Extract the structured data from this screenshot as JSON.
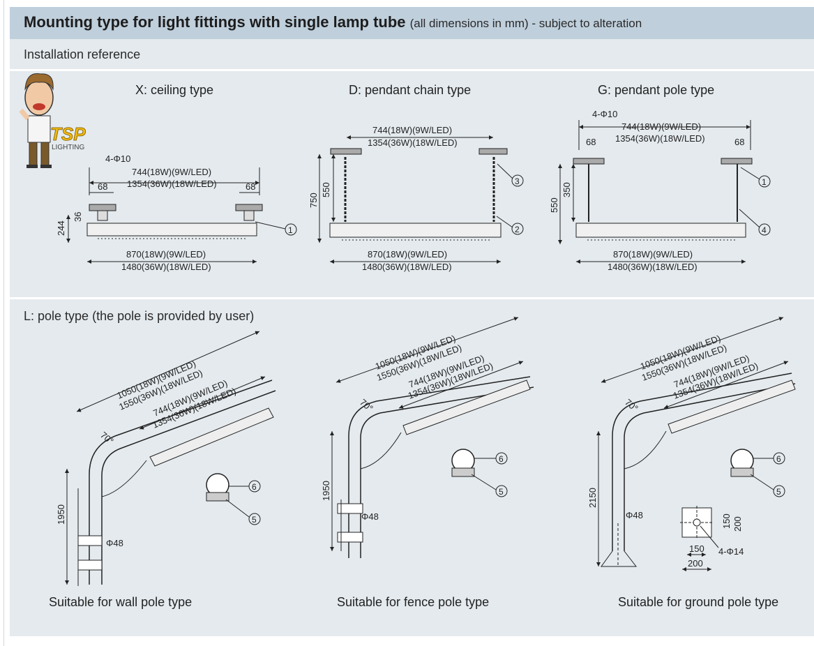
{
  "header": {
    "title": "Mounting type for light fittings with single lamp tube",
    "subtitle": "(all dimensions in mm) - subject to alteration"
  },
  "section1": {
    "label": "Installation reference",
    "ceiling": {
      "title": "X: ceiling type",
      "holes": "4-Φ10",
      "w1": "744(18W)(9W/LED)",
      "w2": "1354(36W)(18W/LED)",
      "s1": "68",
      "s2": "68",
      "h1": "36",
      "h2": "244",
      "l1": "870(18W)(9W/LED)",
      "l2": "1480(36W)(18W/LED)",
      "c1": "1"
    },
    "chain": {
      "title": "D: pendant chain type",
      "w1": "744(18W)(9W/LED)",
      "w2": "1354(36W)(18W/LED)",
      "h1": "750",
      "h2": "550",
      "l1": "870(18W)(9W/LED)",
      "l2": "1480(36W)(18W/LED)",
      "c2": "2",
      "c3": "3"
    },
    "pole": {
      "title": "G: pendant pole type",
      "holes": "4-Φ10",
      "w1": "744(18W)(9W/LED)",
      "w2": "1354(36W)(18W/LED)",
      "s1": "68",
      "s2": "68",
      "h1": "550",
      "h2": "350",
      "l1": "870(18W)(9W/LED)",
      "l2": "1480(36W)(18W/LED)",
      "c1": "1",
      "c4": "4"
    }
  },
  "section2": {
    "label": "L: pole type (the pole is provided by user)",
    "wall": {
      "d1": "1050(18W)(9W/LED)",
      "d2": "1550(36W)(18W/LED)",
      "d3": "744(18W)(9W/LED)",
      "d4": "1354(36W)(18W/LED)",
      "angle": "70°",
      "height": "1950",
      "dia": "Φ48",
      "c6": "6",
      "c5": "5",
      "caption": "Suitable for wall pole type"
    },
    "fence": {
      "d1": "1050(18W)(9W/LED)",
      "d2": "1550(36W)(18W/LED)",
      "d3": "744(18W)(9W/LED)",
      "d4": "1354(36W)(18W/LED)",
      "angle": "70°",
      "height": "1950",
      "dia": "Φ48",
      "c6": "6",
      "c5": "5",
      "caption": "Suitable for fence pole type"
    },
    "ground": {
      "d1": "1050(18W)(9W/LED)",
      "d2": "1550(36W)(18W/LED)",
      "d3": "744(18W)(9W/LED)",
      "d4": "1354(36W)(18W/LED)",
      "angle": "70°",
      "height": "2150",
      "dia": "Φ48",
      "c6": "6",
      "c5": "5",
      "b150a": "150",
      "b200a": "200",
      "b150b": "150",
      "b200b": "200",
      "holes": "4-Φ14",
      "caption": "Suitable for ground pole type"
    }
  },
  "logo": {
    "brand": "TSP",
    "sub": "LIGHTING"
  }
}
